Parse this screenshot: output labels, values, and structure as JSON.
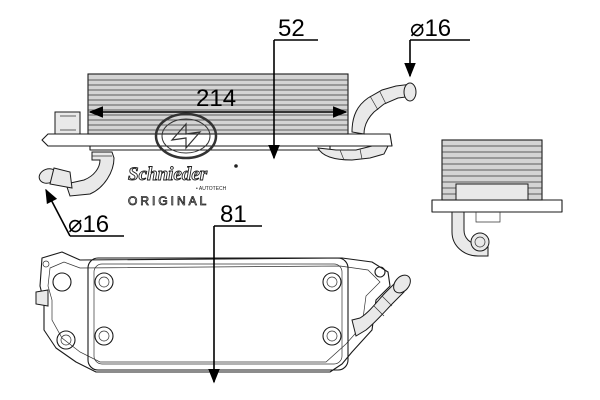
{
  "dimensions": {
    "width_label": "52",
    "length_label": "214",
    "height_label": "81",
    "pipe_top_label": "⌀16",
    "pipe_left_label": "⌀16"
  },
  "brand": {
    "name": "Schnieder",
    "sub": "• AUTOTECH",
    "original": "ORIGINAL"
  },
  "colors": {
    "line": "#1a1a1a",
    "fill_gray": "#d4d4d4",
    "dimension": "#000000"
  }
}
